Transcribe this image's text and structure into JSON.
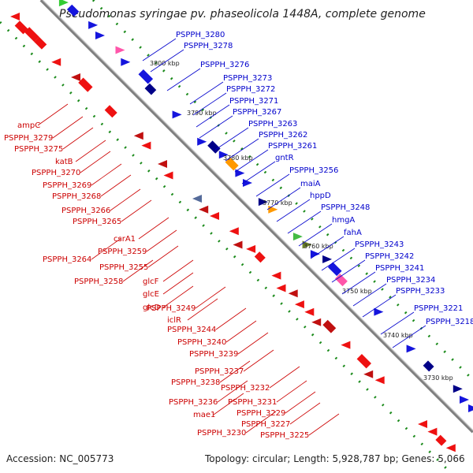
{
  "title": "Pseudomonas syringae pv. phaseolicola 1448A, complete genome",
  "footer": {
    "accession": "Accession: NC_005773",
    "summary": "Topology: circular; Length: 5,928,787 bp; Genes: 5,066"
  },
  "ticks": [
    "3800 kbp",
    "3790 kbp",
    "3780 kbp",
    "3770 kbp",
    "3760 kbp",
    "3750 kbp",
    "3740 kbp",
    "3730 kbp"
  ],
  "colors": {
    "reverse_label": "#cc0000",
    "forward_label": "#0000cc",
    "backbone": "#808080",
    "dot": "#1a8a1a"
  },
  "labels": {
    "forward": [
      "PSPPH_3280",
      "PSPPH_3278",
      "PSPPH_3276",
      "PSPPH_3273",
      "PSPPH_3272",
      "PSPPH_3271",
      "PSPPH_3267",
      "PSPPH_3263",
      "PSPPH_3262",
      "PSPPH_3261",
      "gntR",
      "PSPPH_3256",
      "maiA",
      "hppD",
      "PSPPH_3248",
      "hmgA",
      "fahA",
      "PSPPH_3243",
      "PSPPH_3242",
      "PSPPH_3241",
      "PSPPH_3234",
      "PSPPH_3233",
      "PSPPH_3221",
      "PSPPH_3218"
    ],
    "reverse": [
      "ampC",
      "PSPPH_3279",
      "PSPPH_3275",
      "katB",
      "PSPPH_3270",
      "PSPPH_3269",
      "PSPPH_3268",
      "PSPPH_3266",
      "PSPPH_3265",
      "csrA1",
      "PSPPH_3259",
      "PSPPH_3264",
      "PSPPH_3255",
      "PSPPH_3258",
      "glcF",
      "glcE",
      "glcD",
      "PSPPH_3249",
      "iclR",
      "PSPPH_3244",
      "PSPPH_3240",
      "PSPPH_3239",
      "PSPPH_3237",
      "PSPPH_3238",
      "PSPPH_3232",
      "PSPPH_3236",
      "PSPPH_3231",
      "mae1",
      "PSPPH_3229",
      "PSPPH_3227",
      "PSPPH_3230",
      "PSPPH_3225"
    ]
  }
}
